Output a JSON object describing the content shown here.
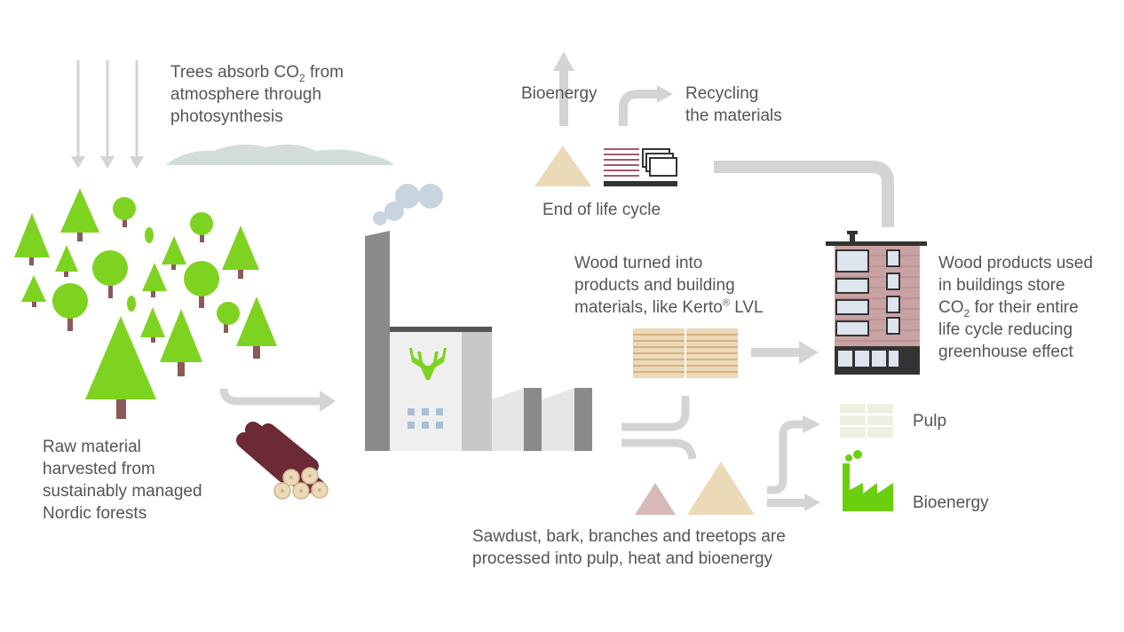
{
  "labels": {
    "trees_absorb": {
      "line1_pre": "Trees absorb CO",
      "line1_sub": "2",
      "line1_post": " from",
      "line2": "atmosphere through",
      "line3": "photosynthesis"
    },
    "raw_material": {
      "line1": "Raw material",
      "line2": "harvested from",
      "line3": "sustainably managed",
      "line4": "Nordic forests"
    },
    "bioenergy_top": "Bioenergy",
    "recycling": {
      "line1": "Recycling",
      "line2": "the materials"
    },
    "end_of_life": "End of life cycle",
    "wood_turned": {
      "line1": "Wood turned into",
      "line2": "products and building",
      "line3_pre": "materials, like Kerto",
      "line3_sup": "®",
      "line3_post": " LVL"
    },
    "wood_products": {
      "line1": "Wood products used",
      "line2": "in buildings store",
      "line3_pre": "CO",
      "line3_sub": "2",
      "line3_post": " for their entire",
      "line4": "life cycle reducing",
      "line5": "greenhouse effect"
    },
    "pulp": "Pulp",
    "bioenergy_bottom": "Bioenergy",
    "sawdust": {
      "line1": "Sawdust, bark, branches and treetops are",
      "line2": "processed into pulp, heat and bioenergy"
    }
  },
  "colors": {
    "tree_green": "#7ed321",
    "trunk": "#8b5a5a",
    "arrow_grey": "#d4d4d4",
    "factory_dark": "#8a8a8a",
    "factory_light": "#e8e8e8",
    "sawdust_tan": "#ecd9b8",
    "bark_pink": "#d9b8b8",
    "log_brown": "#6b2a35",
    "building_brick": "#c9a3a3",
    "window_blue": "#dde4ee",
    "cloud_blue": "#c8d4e0",
    "text": "#555555"
  },
  "icons": {
    "logo": "moose-logo-icon",
    "factory": "factory-icon",
    "building": "building-icon",
    "bioenergy_plant": "bioenergy-plant-icon"
  }
}
